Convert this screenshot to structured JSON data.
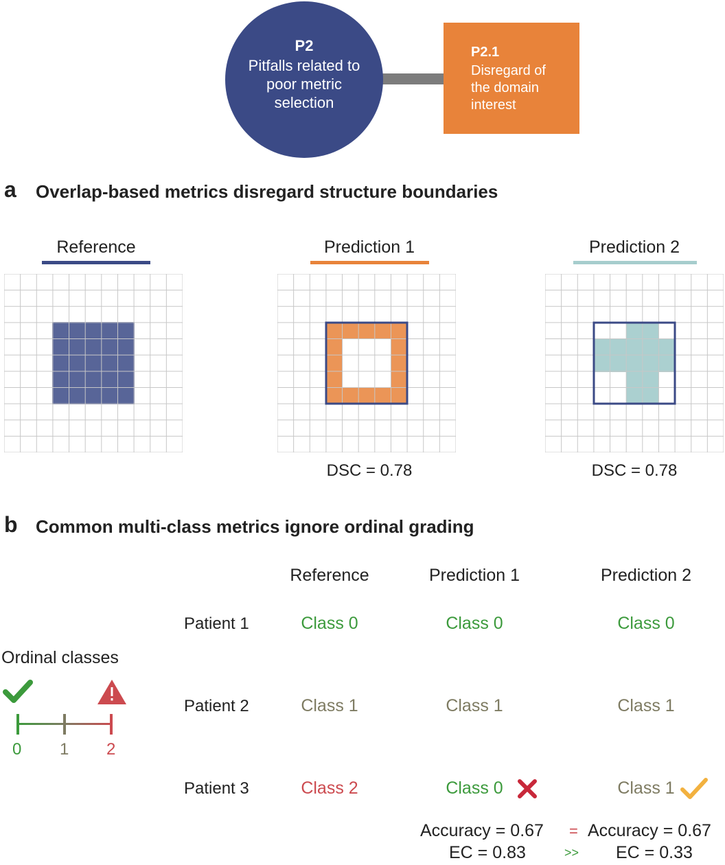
{
  "header": {
    "p2_id": "P2",
    "p2_text": "Pitfalls related to poor metric selection",
    "p21_id": "P2.1",
    "p21_text": "Disregard of the domain interest"
  },
  "section_a": {
    "letter": "a",
    "title": "Overlap-based metrics disregard structure boundaries",
    "panels": [
      {
        "label": "Reference",
        "color": "#3b4a86",
        "dsc": ""
      },
      {
        "label": "Prediction 1",
        "color": "#e8833a",
        "dsc": "DSC = 0.78"
      },
      {
        "label": "Prediction 2",
        "color": "#a6cdcd",
        "dsc": "DSC = 0.78"
      }
    ]
  },
  "section_b": {
    "letter": "b",
    "title": "Common multi-class metrics ignore ordinal grading",
    "columns": [
      "Reference",
      "Prediction 1",
      "Prediction 2"
    ],
    "rows": [
      {
        "patient": "Patient 1",
        "cells": [
          "Class 0",
          "Class 0",
          "Class 0"
        ]
      },
      {
        "patient": "Patient 2",
        "cells": [
          "Class 1",
          "Class 1",
          "Class 1"
        ]
      },
      {
        "patient": "Patient 3",
        "cells": [
          "Class 2",
          "Class 0",
          "Class 1"
        ]
      }
    ],
    "ordinal": {
      "title": "Ordinal classes",
      "ticks": [
        "0",
        "1",
        "2"
      ]
    },
    "metrics": {
      "pred1_accuracy": "Accuracy = 0.67",
      "pred2_accuracy": "Accuracy = 0.67",
      "equals": "=",
      "pred1_ec": "EC = 0.83",
      "pred2_ec": "EC = 0.33",
      "much_greater": ">>"
    }
  },
  "colors": {
    "class0": "#3c9a3c",
    "class1": "#7e7b62",
    "class2": "#cc4a4f",
    "wrong": "#c8283a",
    "ok": "#f2b13f",
    "navy": "#3b4a86",
    "orange": "#e8833a",
    "teal": "#a6cdcd"
  }
}
